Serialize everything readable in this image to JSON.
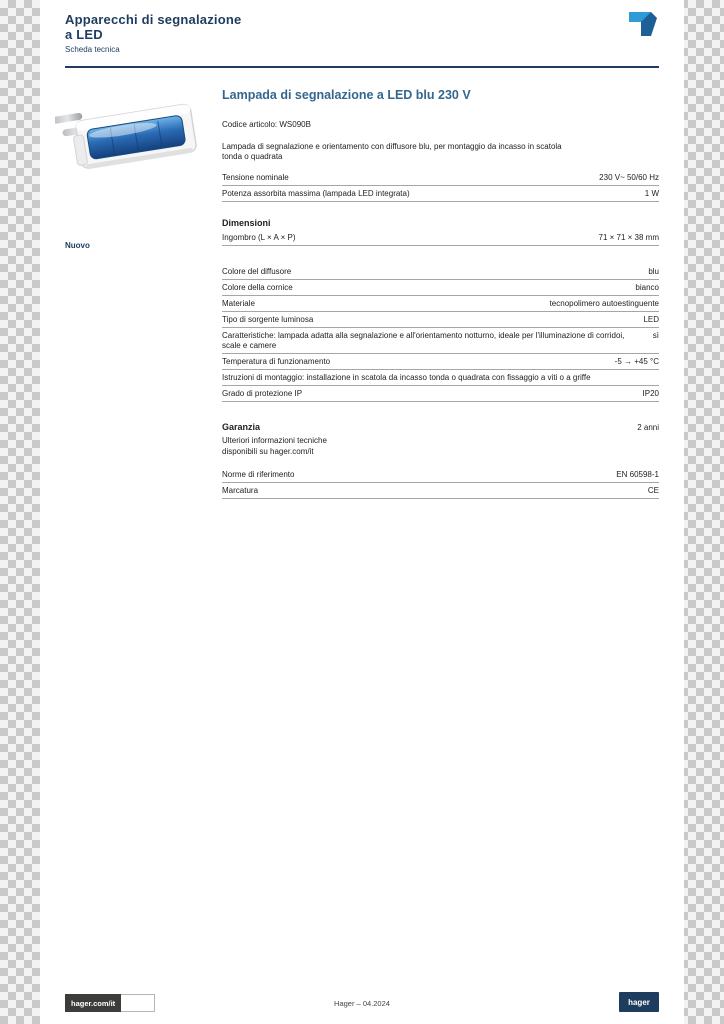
{
  "colors": {
    "navy": "#1d3c5e",
    "title_blue": "#34678f",
    "lens_blue": "#2a6bb5",
    "logo_blue": "#2f9bd6"
  },
  "header": {
    "title_line1": "Apparecchi di segnalazione",
    "title_line2": "a LED",
    "doc_type": "Scheda tecnica"
  },
  "product": {
    "title": "Lampada di segnalazione a LED blu 230 V",
    "code": "Codice articolo: WS090B",
    "description": "Lampada di segnalazione e orientamento con diffusore blu, per montaggio da incasso in scatola tonda o quadrata"
  },
  "new_badge": "Nuovo",
  "specs_a": {
    "rows": [
      {
        "label": "Tensione nominale",
        "value": "230 V~ 50/60 Hz"
      },
      {
        "label": "Potenza assorbita massima (lampada LED integrata)",
        "value": "1 W"
      }
    ]
  },
  "dimensions": {
    "title": "Dimensioni",
    "rows": [
      {
        "label": "Ingombro (L × A × P)",
        "value": "71 × 71 × 38 mm"
      }
    ]
  },
  "specs_b": {
    "rows": [
      {
        "label": "Colore del diffusore",
        "value": "blu"
      },
      {
        "label": "Colore della cornice",
        "value": "bianco"
      },
      {
        "label": "Materiale",
        "value": "tecnopolimero autoestinguente"
      },
      {
        "label": "Tipo di sorgente luminosa",
        "value": "LED"
      },
      {
        "label": "Caratteristiche: lampada adatta alla segnalazione e all'orientamento notturno, ideale per l'illuminazione di corridoi, scale e camere",
        "value": "sì"
      },
      {
        "label": "Temperatura di funzionamento",
        "value": "-5 → +45 °C"
      },
      {
        "label": "Istruzioni di montaggio: installazione in scatola da incasso tonda o quadrata con fissaggio a viti o a griffe",
        "value": ""
      },
      {
        "label": "Grado di protezione IP",
        "value": "IP20"
      }
    ]
  },
  "warranty": {
    "label": "Garanzia",
    "value": "2 anni",
    "note_line1": "Ulteriori informazioni tecniche",
    "note_line2": "disponibili su hager.com/it"
  },
  "norms": {
    "rows": [
      {
        "label": "Norme di riferimento",
        "value": "EN 60598-1"
      },
      {
        "label": "Marcatura",
        "value": "CE"
      }
    ]
  },
  "footer": {
    "website": "hager.com/it",
    "center_text": "Hager – 04.2024",
    "page_box": "hager"
  }
}
